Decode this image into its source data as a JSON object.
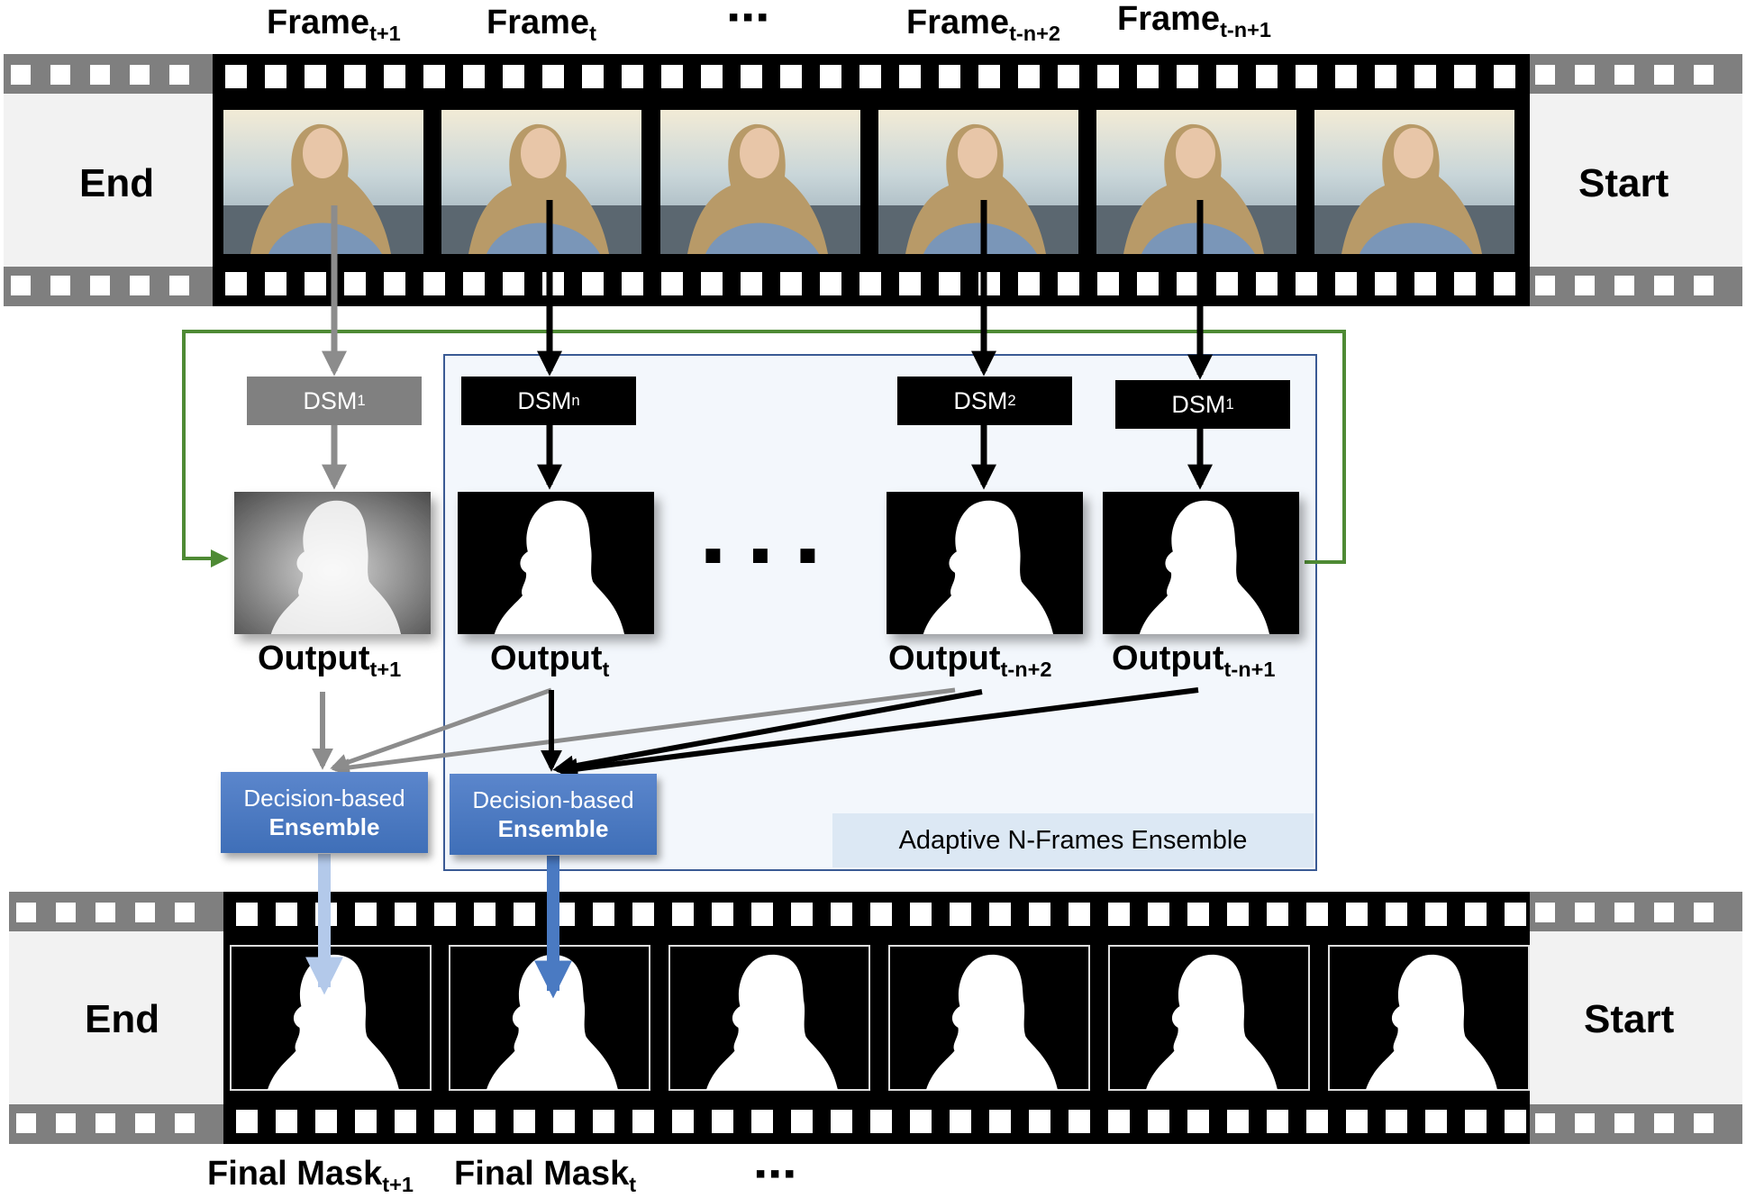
{
  "top_strip": {
    "end_label": "End",
    "start_label": "Start",
    "frame_labels": [
      {
        "main": "Frame",
        "sub": "t+1"
      },
      {
        "main": "Frame",
        "sub": "t"
      },
      {
        "main": "Frame",
        "sub": "t-n+2"
      },
      {
        "main": "Frame",
        "sub": "t-n+1"
      }
    ],
    "ellipsis": "▪▪▪"
  },
  "dsm_blocks": [
    {
      "main": "DSM",
      "sub": "1",
      "style": "grey"
    },
    {
      "main": "DSM",
      "sub": "n",
      "style": "black"
    },
    {
      "main": "DSM",
      "sub": "2",
      "style": "black"
    },
    {
      "main": "DSM",
      "sub": "1",
      "style": "black"
    }
  ],
  "outputs": [
    {
      "main": "Output",
      "sub": "t+1"
    },
    {
      "main": "Output",
      "sub": "t"
    },
    {
      "main": "Output",
      "sub": "t-n+2"
    },
    {
      "main": "Output",
      "sub": "t-n+1"
    }
  ],
  "middle_ellipsis": "▪ ▪ ▪",
  "ensemble_region_label": "Adaptive N-Frames Ensemble",
  "ensembles": [
    {
      "line1": "Decision-based",
      "line2": "Ensemble"
    },
    {
      "line1": "Decision-based",
      "line2": "Ensemble"
    }
  ],
  "bottom_strip": {
    "end_label": "End",
    "start_label": "Start",
    "mask_labels": [
      {
        "main": "Final Mask",
        "sub": "t+1"
      },
      {
        "main": "Final Mask",
        "sub": "t"
      }
    ],
    "ellipsis": "▪▪▪"
  },
  "colors": {
    "film": "#000000",
    "leader": "#7f7f7f",
    "leader_panel": "#f2f2f2",
    "feedback_line": "#4e8a34",
    "grey_arrow": "#8c8c8c",
    "black_arrow": "#000000",
    "ensemble_blue": "#4a7ac2",
    "light_blue_arrow": "#b3c9ea",
    "region_border": "#3a5a94"
  }
}
